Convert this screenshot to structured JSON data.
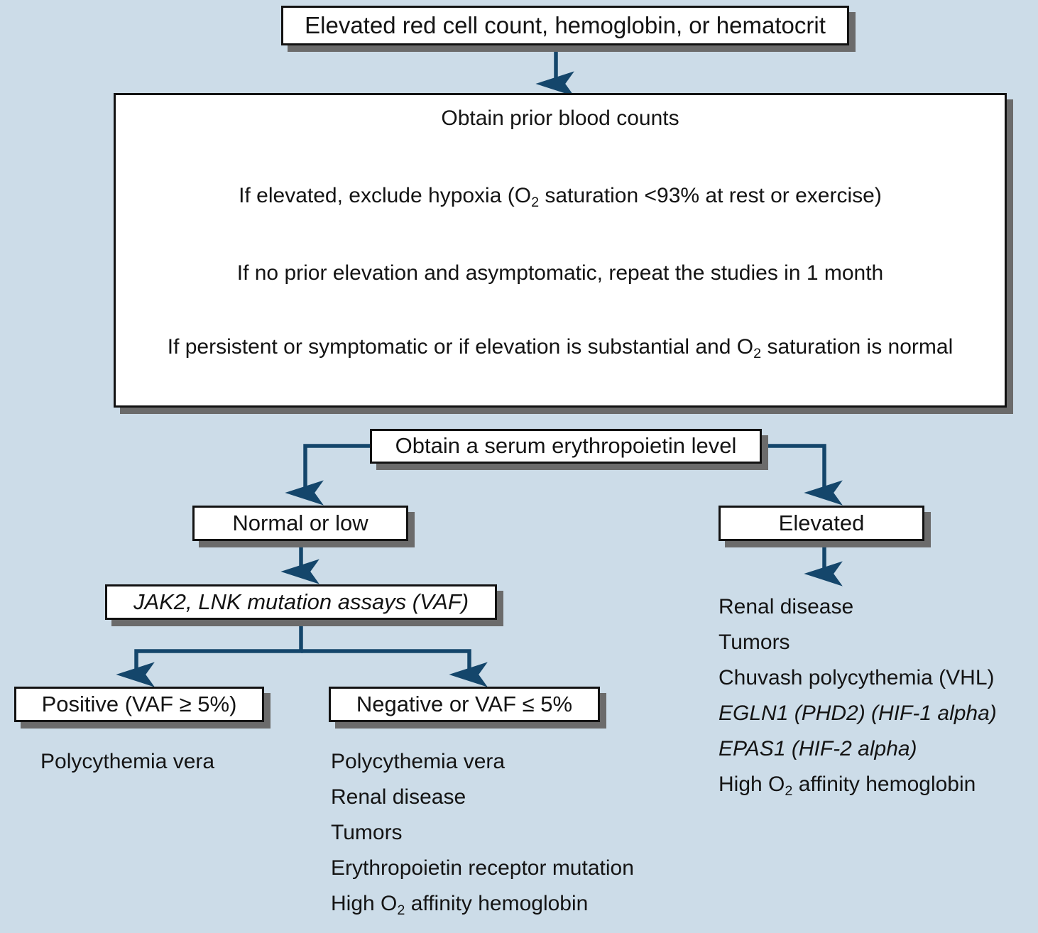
{
  "diagram": {
    "title_box": "Elevated red cell count, hemoglobin, or hematocrit",
    "workup_steps": [
      "Obtain prior blood counts",
      "If elevated, exclude hypoxia (O2 saturation <93% at rest or exercise)",
      "If no prior elevation and asymptomatic, repeat the studies in 1 month",
      "If persistent or symptomatic or if elevation is substantial and O2 saturation is normal"
    ],
    "epo_box": "Obtain a serum erythropoietin level",
    "branch_normal_low": "Normal or low",
    "branch_elevated": "Elevated",
    "assay_box": "JAK2, LNK mutation assays (VAF)",
    "result_positive": "Positive (VAF ≥ 5%)",
    "result_negative": "Negative or VAF ≤ 5%",
    "positive_outcomes": [
      "Polycythemia vera"
    ],
    "negative_outcomes": [
      "Polycythemia vera",
      "Renal disease",
      "Tumors",
      "Erythropoietin receptor mutation",
      "High O2 affinity hemoglobin"
    ],
    "elevated_outcomes": [
      "Renal disease",
      "Tumors",
      "Chuvash polycythemia (VHL)",
      "EGLN1 (PHD2) (HIF-1 alpha)",
      "EPAS1 (HIF-2 alpha)",
      "High O2 affinity hemoglobin"
    ],
    "colors": {
      "background": "#ccdce8",
      "arrow": "#14466b",
      "box_fill": "#ffffff",
      "box_border": "#121212",
      "box_shadow": "#6b6b6b",
      "text": "#141414"
    }
  }
}
